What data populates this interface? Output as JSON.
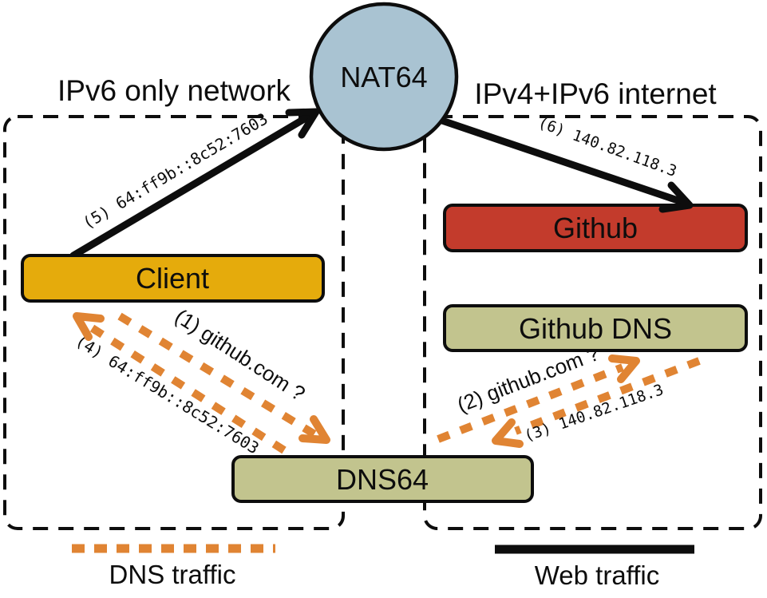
{
  "regions": {
    "left_label": "IPv6 only network",
    "right_label": "IPv4+IPv6 internet"
  },
  "nodes": {
    "nat64": {
      "label": "NAT64",
      "fill": "#a9c3d2"
    },
    "client": {
      "label": "Client",
      "fill": "#e5ab0c"
    },
    "github": {
      "label": "Github",
      "fill": "#c33b2c"
    },
    "github_dns": {
      "label": "Github DNS",
      "fill": "#c2c48e"
    },
    "dns64": {
      "label": "DNS64",
      "fill": "#c2c48e"
    }
  },
  "flows": {
    "f1": "(1) github.com ?",
    "f2": "(2) github.com ?",
    "f3": "(3) 140.82.118.3",
    "f4": "(4) 64:ff9b::8c52:7603",
    "f5": "(5) 64:ff9b::8c52:7603",
    "f6": "(6) 140.82.118.3"
  },
  "legend": {
    "dns_label": "DNS traffic",
    "web_label": "Web traffic"
  },
  "colors": {
    "dns_traffic": "#e08433",
    "web_traffic": "#0d0d0d",
    "boundary": "#0d0d0d"
  }
}
